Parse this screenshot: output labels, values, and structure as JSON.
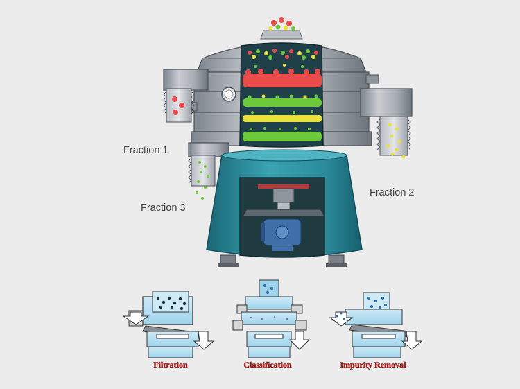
{
  "diagram": {
    "fraction_labels": {
      "f1": "Fraction 1",
      "f2": "Fraction 2",
      "f3": "Fraction 3"
    },
    "modes": [
      {
        "label": "Filtration"
      },
      {
        "label": "Classification"
      },
      {
        "label": "Impurity Removal"
      }
    ],
    "colors": {
      "background": "#ececec",
      "metal": "#a9aeb5",
      "base_teal": "#2b8b9a",
      "inner_dark": "#1f4048",
      "particle_red": "#e94b4b",
      "particle_green": "#6cc93a",
      "particle_yellow": "#e8e23a",
      "light_blue": "#a8d8ef",
      "label_red": "#b5170f"
    }
  }
}
